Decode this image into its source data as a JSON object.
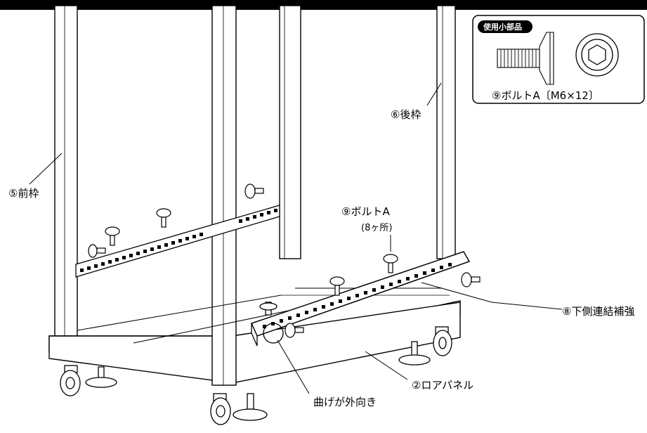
{
  "inset": {
    "badge": "使用小部品",
    "part_label": "⑨ボルトA〔M6×12〕"
  },
  "labels": {
    "front_frame": "⑤前枠",
    "rear_frame": "⑥後枠",
    "bolt_a": "⑨ボルトA",
    "bolt_count": "(8ヶ所)",
    "lower_reinforcement": "⑧下側連結補強",
    "lower_panel": "②ロアパネル",
    "bend_outward": "曲げが外向き"
  }
}
